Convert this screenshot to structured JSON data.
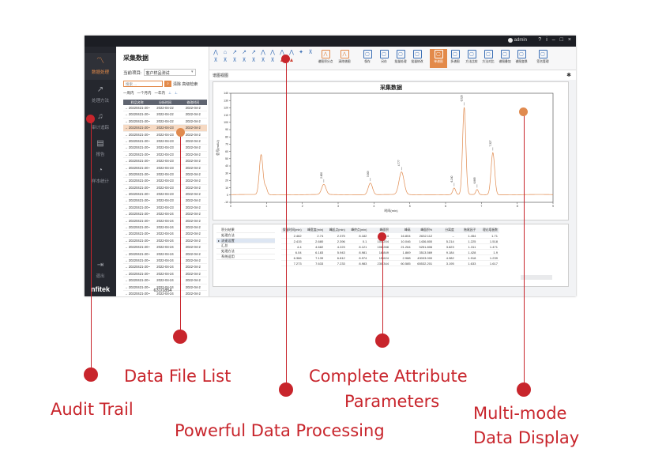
{
  "app": {
    "titlebar": {
      "user": "admin",
      "controls": [
        "?",
        "i",
        "–",
        "□",
        "×"
      ]
    },
    "nav": {
      "items": [
        {
          "label": "数据处理",
          "icon": "chart-icon",
          "active": true
        },
        {
          "label": "处理方法",
          "icon": "line-chart-icon"
        },
        {
          "label": "审计追踪",
          "icon": "audit-icon"
        },
        {
          "label": "报告",
          "icon": "report-icon"
        },
        {
          "label": "样本统计",
          "icon": "pie-icon"
        },
        {
          "label": "退出",
          "icon": "exit-icon"
        }
      ],
      "logo": "nfitek"
    },
    "file_panel": {
      "title": "采集数据",
      "project_label": "当前项目:",
      "project_value": "客户样品测试",
      "search_placeholder": "搜索 ...",
      "search_options": "清除 高级检索",
      "range_tabs": [
        "一周内",
        "一个月内",
        "一年内"
      ],
      "columns": [
        "样品名称",
        "分析时间",
        "修改时间"
      ],
      "rows": [
        [
          "→ 20220421-20~",
          "2022-04-22",
          "2022-04-2"
        ],
        [
          "→ 20220421-20~",
          "2022-04-22",
          "2022-04-2"
        ],
        [
          "→ 20220421-20~",
          "2022-04-22",
          "2022-04-2"
        ],
        [
          "→ 20220421-20~",
          "2022-04-23",
          "2022-04-2"
        ],
        [
          "→ 20220421-20~",
          "2022-04-23",
          "2022-04-2"
        ],
        [
          "→ 20220421-20~",
          "2022-04-23",
          "2022-04-2"
        ],
        [
          "→ 20220421-20~",
          "2022-04-23",
          "2022-04-2"
        ],
        [
          "→ 20220421-20~",
          "2022-04-23",
          "2022-04-2"
        ],
        [
          "→ 20220421-20~",
          "2022-04-23",
          "2022-04-2"
        ],
        [
          "→ 20220421-20~",
          "2022-04-23",
          "2022-04-2"
        ],
        [
          "→ 20220421-20~",
          "2022-04-23",
          "2022-04-2"
        ],
        [
          "→ 20220421-20~",
          "2022-04-23",
          "2022-04-2"
        ],
        [
          "→ 20220421-20~",
          "2022-04-23",
          "2022-04-2"
        ],
        [
          "→ 20220421-20~",
          "2022-04-23",
          "2022-04-2"
        ],
        [
          "→ 20220421-20~",
          "2022-04-23",
          "2022-04-2"
        ],
        [
          "→ 20220421-20~",
          "2022-04-23",
          "2022-04-2"
        ],
        [
          "→ 20220421-20~",
          "2022-04-24",
          "2022-04-2"
        ],
        [
          "→ 20220421-20~",
          "2022-04-24",
          "2022-04-2"
        ],
        [
          "→ 20220421-20~",
          "2022-04-24",
          "2022-04-2"
        ],
        [
          "→ 20220421-20~",
          "2022-04-24",
          "2022-04-2"
        ],
        [
          "→ 20220421-20~",
          "2022-04-24",
          "2022-04-2"
        ],
        [
          "→ 20220421-20~",
          "2022-04-24",
          "2022-04-2"
        ],
        [
          "→ 20220421-20~",
          "2022-04-24",
          "2022-04-2"
        ],
        [
          "→ 20220421-20~",
          "2022-04-24",
          "2022-04-2"
        ],
        [
          "→ 20220421-20~",
          "2022-04-24",
          "2022-04-2"
        ],
        [
          "→ 20220421-20~",
          "2022-04-24",
          "2022-04-2"
        ],
        [
          "→ 20220421-20~",
          "2022-04-24",
          "2022-04-2"
        ],
        [
          "→ 20220421-20~",
          "2022-04-24",
          "2022-04-2"
        ],
        [
          "→ 20220421-20~",
          "2022-04-24",
          "2022-04-2"
        ],
        [
          "→ 20220421-20~",
          "2022-04-24",
          "2022-04-2"
        ]
      ],
      "selected_row": 3,
      "count": "631/1854"
    },
    "toolbar": {
      "small_icons": [
        "⋀",
        "⌂",
        "↗",
        "↗",
        "↗",
        "⋀",
        "⋀",
        "⋀",
        "⋀",
        "✦",
        "⊼",
        "⊼",
        "⊼",
        "⊼",
        "⊼",
        "⊼",
        "⊼",
        "⊼",
        "▲",
        "▲"
      ],
      "buttons": [
        {
          "label": "谱图积分点",
          "icon": "peak-icon",
          "style": "orange"
        },
        {
          "label": "清除谱图",
          "icon": "peaks-icon",
          "style": "orange"
        },
        {
          "label": "保存",
          "icon": "save-icon"
        },
        {
          "label": "另存",
          "icon": "save-as-icon"
        },
        {
          "label": "批量处理",
          "icon": "batch-icon"
        },
        {
          "label": "批量修改",
          "icon": "batch-edit-icon"
        },
        {
          "label": "单谱图",
          "icon": "single-view-icon",
          "active": true
        },
        {
          "label": "多谱图",
          "icon": "multi-view-icon"
        },
        {
          "label": "方法比较",
          "icon": "compare-icon"
        },
        {
          "label": "方法对比",
          "icon": "method-icon"
        },
        {
          "label": "谱图叠加",
          "icon": "overlay-icon"
        },
        {
          "label": "谱图变换",
          "icon": "transform-icon"
        },
        {
          "label": "签名管理",
          "icon": "sign-icon"
        }
      ]
    },
    "subheader": {
      "label": "谱图视图"
    },
    "chart_data": {
      "type": "line",
      "title": "采集数据",
      "xlabel": "时间(min)",
      "ylabel": "信号(mAU)",
      "xlim": [
        0,
        9
      ],
      "ylim": [
        -10,
        140
      ],
      "xticks": [
        0,
        1,
        2,
        3,
        4,
        5,
        6,
        7,
        8,
        9
      ],
      "yticks": [
        -10,
        0,
        10,
        20,
        30,
        40,
        50,
        60,
        70,
        80,
        90,
        100,
        110,
        120,
        130,
        140
      ],
      "color": "#e08a4e",
      "peaks": [
        {
          "rt": 0.85,
          "height": 55,
          "width": 0.05,
          "label": ""
        },
        {
          "rt": 0.98,
          "height": 10,
          "width": 0.04,
          "label": ""
        },
        {
          "rt": 2.6,
          "height": 14,
          "width": 0.06,
          "label": "2.600"
        },
        {
          "rt": 3.9,
          "height": 16,
          "width": 0.06,
          "label": "3.909"
        },
        {
          "rt": 4.77,
          "height": 31,
          "width": 0.07,
          "label": "4.777"
        },
        {
          "rt": 6.24,
          "height": 9,
          "width": 0.04,
          "label": "6.240"
        },
        {
          "rt": 6.52,
          "height": 120,
          "width": 0.045,
          "label": "6.526"
        },
        {
          "rt": 6.88,
          "height": 7,
          "width": 0.035,
          "label": "6.885"
        },
        {
          "rt": 7.32,
          "height": 58,
          "width": 0.05,
          "label": "7.327"
        }
      ]
    },
    "results": {
      "side_rows": [
        "积分结果",
        "处理方法",
        "流速设置",
        "汇总",
        "处理方法",
        "系统适用"
      ],
      "side_selected": 2,
      "columns": [
        "保留时间(min)",
        "峰宽度(min)",
        "峰起点(min)",
        "峰终点(min)",
        "峰面积",
        "峰高",
        "峰面积%",
        "分离度",
        "拖尾因子",
        "理论塔板数"
      ],
      "rows": [
        [
          "2.462",
          "2.74",
          "2.375",
          "8.182",
          "6.214",
          "16.804",
          "2632.112",
          "–",
          "1.454",
          "1.71"
        ],
        [
          "2.415",
          "2.680",
          "2.396",
          "0.1",
          "104.204",
          "10.046",
          "1436.800",
          "5.214",
          "1.225",
          "1.518"
        ],
        [
          "4.4",
          "4.682",
          "4.223",
          "8.121",
          "106.288",
          "21.264",
          "5251.806",
          "3.823",
          "1.311",
          "1.471"
        ],
        [
          "6.04",
          "6.183",
          "5.943",
          "8.981",
          "16.849",
          "1.869",
          "3513.569",
          "9.184",
          "1.428",
          "1.9"
        ],
        [
          "6.366",
          "7.139",
          "6.812",
          "8.974",
          "15.624",
          "2.988",
          "43003.000",
          "4.982",
          "1.918",
          "1.239"
        ],
        [
          "7.273",
          "7.633",
          "7.233",
          "8.983",
          "230.344",
          "60.585",
          "65532.201",
          "3.195",
          "1.633",
          "1.617"
        ]
      ]
    }
  },
  "callouts": {
    "audit_trail": "Audit Trail",
    "data_file_list": "Data File List",
    "powerful_processing": "Powerful Data Processing",
    "attribute_params_1": "Complete Attribute",
    "attribute_params_2": "Parameters",
    "multi_mode_1": "Multi-mode",
    "multi_mode_2": "Data Display"
  },
  "colors": {
    "accent": "#e38a4a",
    "callout_red": "#c8252c",
    "nav_bg": "#25272e",
    "trace": "#e08a4e"
  }
}
